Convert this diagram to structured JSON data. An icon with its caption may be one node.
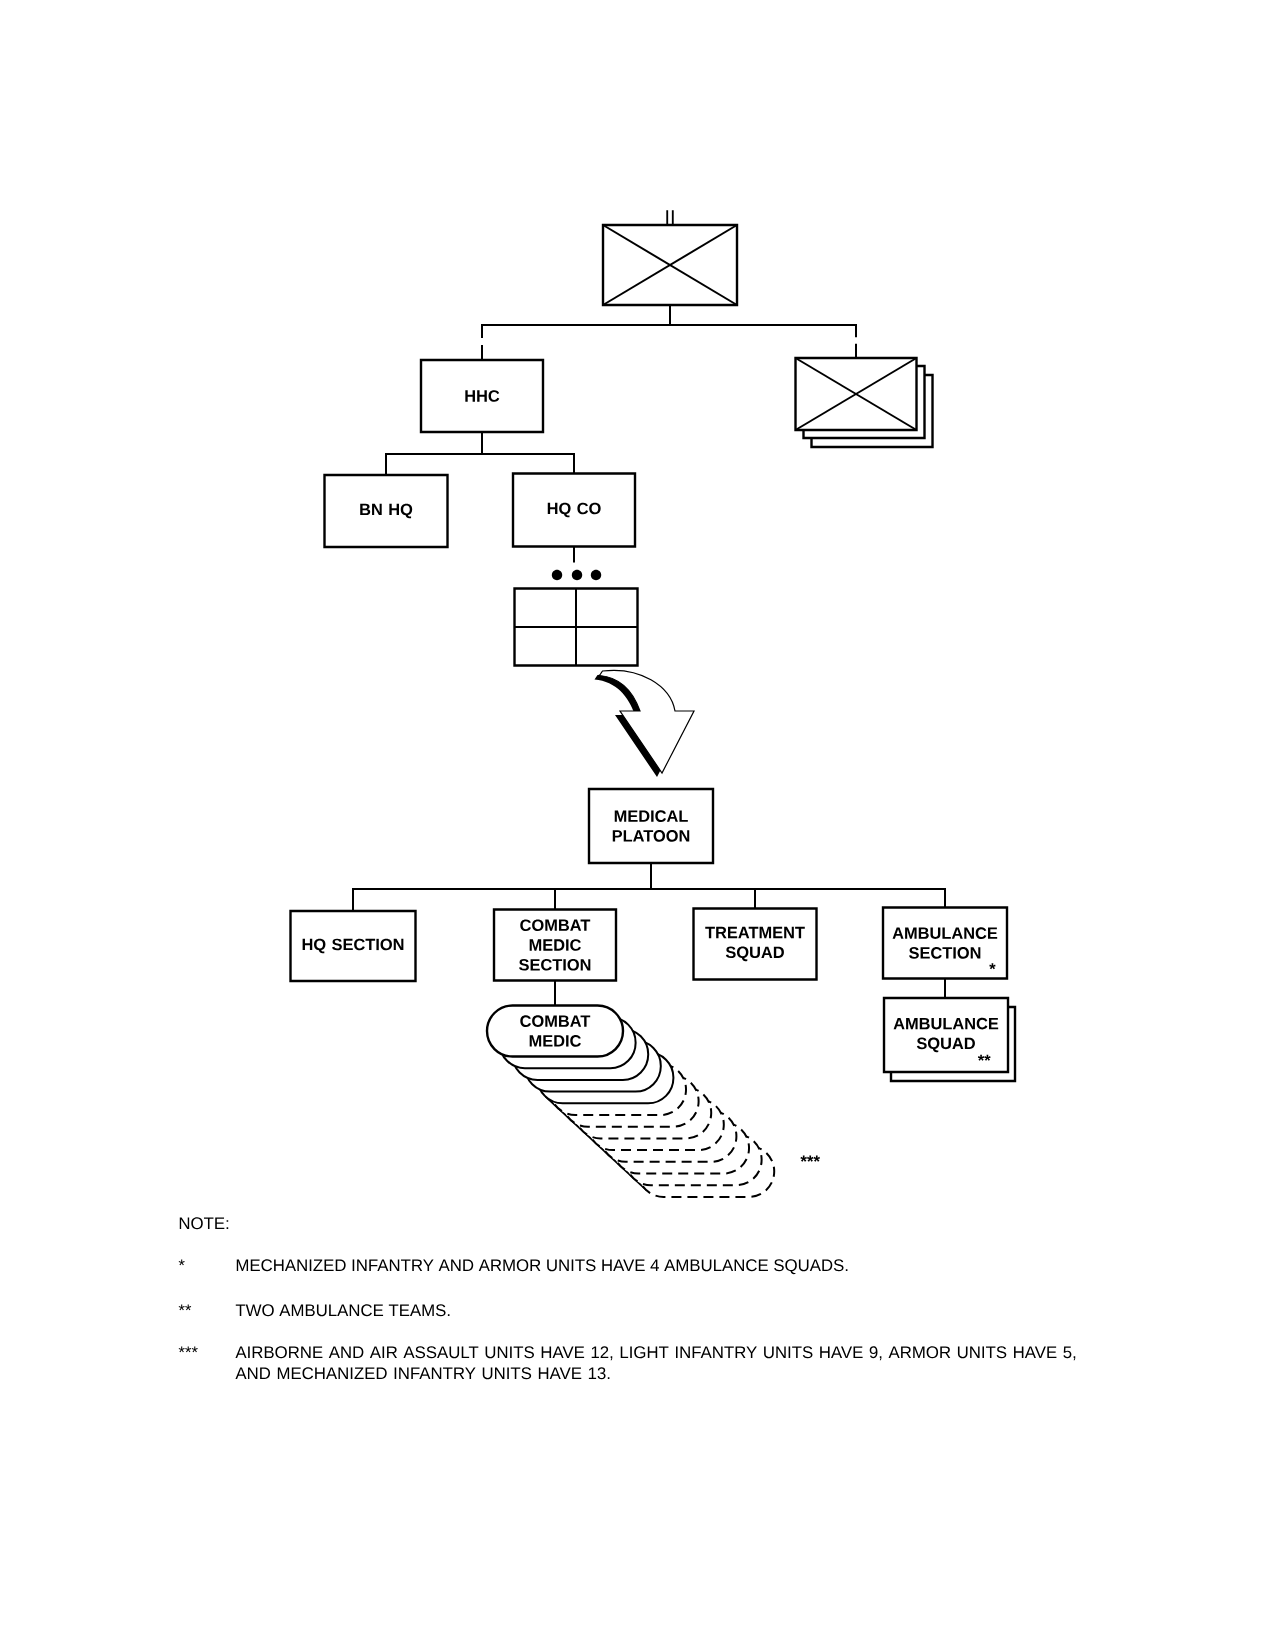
{
  "diagram": {
    "nodes": [
      {
        "text": [],
        "shape": "box",
        "beside": [
          "II"
        ]
      },
      {
        "text": [
          "HHC"
        ]
      },
      {
        "text": [],
        "shape": "box"
      },
      {
        "text": [
          "BN HQ"
        ]
      },
      {
        "text": [
          "HQ CO"
        ]
      },
      {
        "text": [],
        "shape": "box"
      },
      {
        "text": [
          "MEDICAL PLATOON"
        ]
      },
      {
        "text": [
          "HQ SECTION"
        ]
      },
      {
        "text": [
          "COMBAT MEDIC SECTION"
        ]
      },
      {
        "text": [
          "TREATMENT SQUAD"
        ]
      },
      {
        "text": [
          "AMBULANCE SECTION",
          "*"
        ]
      },
      {
        "text": [
          "COMBAT MEDIC"
        ]
      },
      {
        "text": [
          "AMBULANCE SQUAD",
          "**"
        ]
      }
    ],
    "edges": [
      {
        "from": 0,
        "to": 1,
        "arrow": "none",
        "style": "dashed"
      },
      {
        "from": 0,
        "to": 2,
        "arrow": "none",
        "style": "dashed"
      },
      {
        "from": 1,
        "to": 3,
        "arrow": "none"
      },
      {
        "from": 1,
        "to": 4,
        "arrow": "none"
      },
      {
        "from": 4,
        "to": 5,
        "arrow": "none"
      },
      {
        "from": 5,
        "to": 6,
        "arrow": "to"
      },
      {
        "from": 6,
        "to": 7,
        "arrow": "none"
      },
      {
        "from": 6,
        "to": 8,
        "arrow": "none"
      },
      {
        "from": 6,
        "to": 9,
        "arrow": "none"
      },
      {
        "from": 6,
        "to": 10,
        "arrow": "none"
      },
      {
        "from": 8,
        "to": 11,
        "arrow": "none"
      },
      {
        "from": 10,
        "to": 12,
        "arrow": "none"
      }
    ],
    "labels": [
      "***",
      "NOTE:",
      "*",
      "MECHANIZED INFANTRY AND ARMOR UNITS HAVE 4 AMBULANCE SQUADS.",
      "**",
      "TWO AMBULANCE TEAMS.",
      "***",
      "AIRBORNE AND AIR ASSAULT UNITS HAVE 12, LIGHT INFANTRY UNITS HAVE 9, ARMOR UNITS HAVE 5, AND MECHANIZED INFANTRY UNITS HAVE 13."
    ]
  }
}
